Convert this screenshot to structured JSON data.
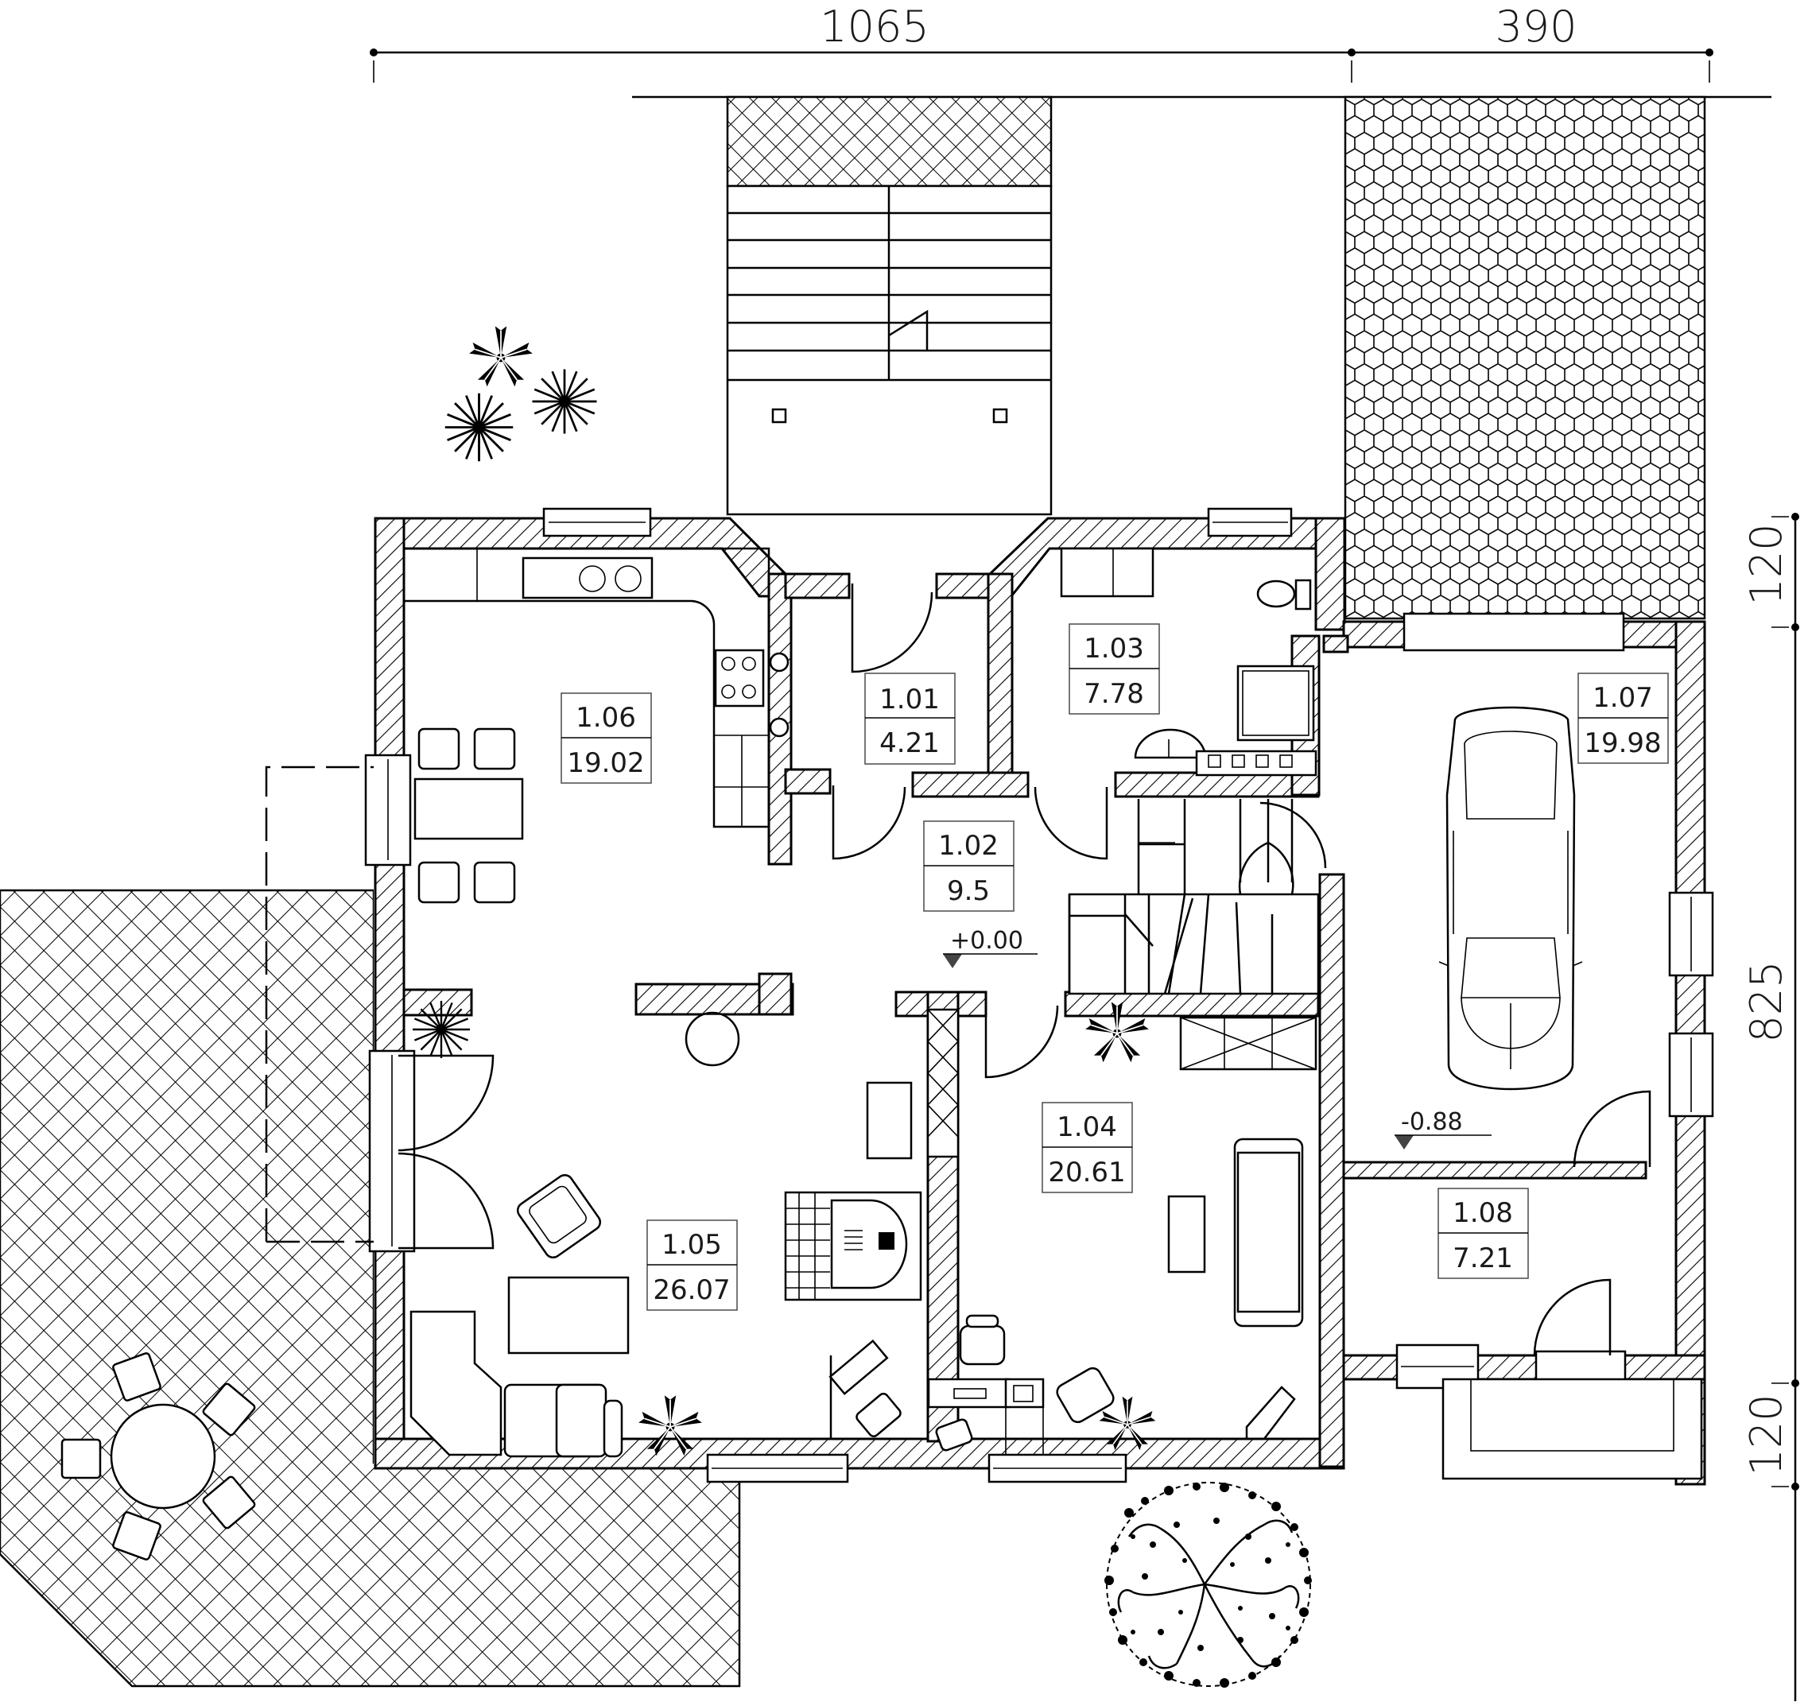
{
  "dimensions": {
    "top": [
      "1065",
      "390"
    ],
    "right": [
      "120",
      "825",
      "120"
    ]
  },
  "rooms": [
    {
      "id": "1.01",
      "area": "4.21"
    },
    {
      "id": "1.02",
      "area": "9.5"
    },
    {
      "id": "1.03",
      "area": "7.78"
    },
    {
      "id": "1.04",
      "area": "20.61"
    },
    {
      "id": "1.05",
      "area": "26.07"
    },
    {
      "id": "1.06",
      "area": "19.02"
    },
    {
      "id": "1.07",
      "area": "19.98"
    },
    {
      "id": "1.08",
      "area": "7.21"
    }
  ],
  "levels": {
    "hall": "+0.00",
    "garage": "-0.88"
  },
  "icons": [
    "plant-icon",
    "tree-icon",
    "car-icon",
    "stair-icon",
    "sink-icon",
    "stove-icon",
    "toilet-icon",
    "shower-icon",
    "fireplace-icon",
    "sofa-icon",
    "table-icon",
    "chair-icon",
    "door-swing-icon",
    "window-icon",
    "level-marker-icon"
  ]
}
